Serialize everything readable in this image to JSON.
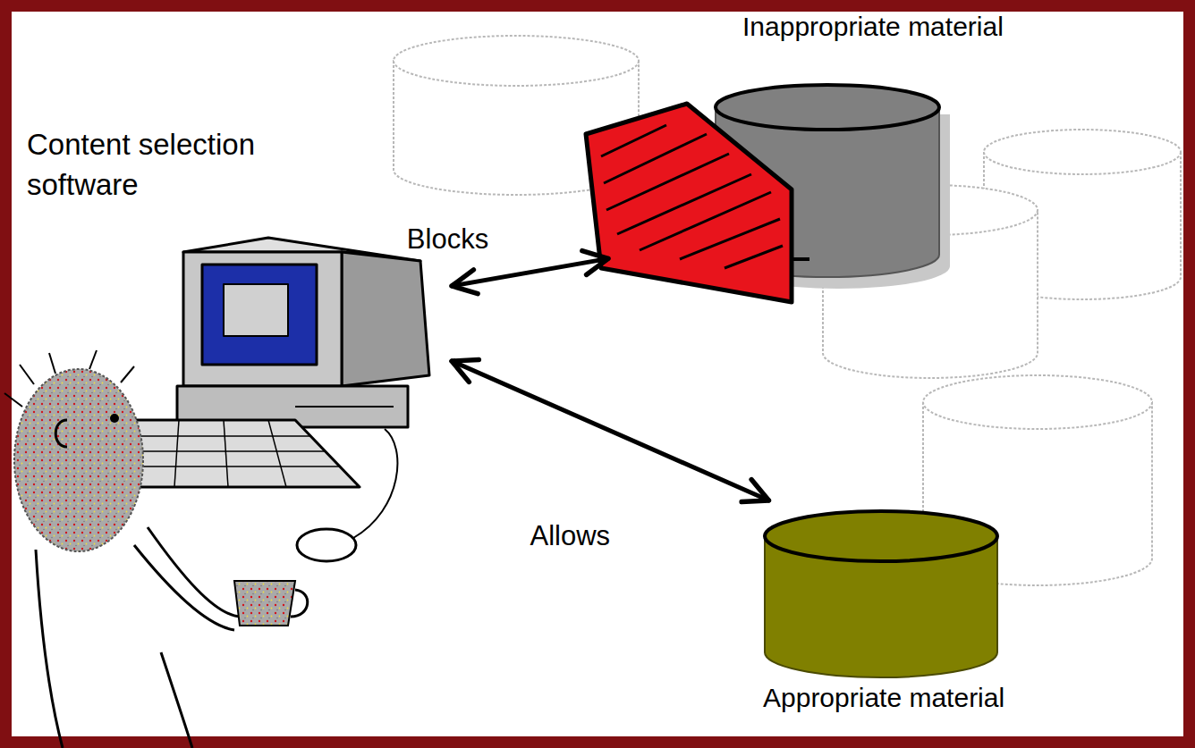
{
  "diagram": {
    "nodes": [
      {
        "text": [
          "Content selection software"
        ]
      },
      {
        "text": [
          "Inappropriate material"
        ]
      },
      {
        "text": [
          "Appropriate material"
        ]
      }
    ],
    "edges": [
      {
        "from": 0,
        "to": 1,
        "label": "Blocks",
        "arrow": "both"
      },
      {
        "from": 0,
        "to": 2,
        "label": "Allows",
        "arrow": "both"
      }
    ]
  }
}
